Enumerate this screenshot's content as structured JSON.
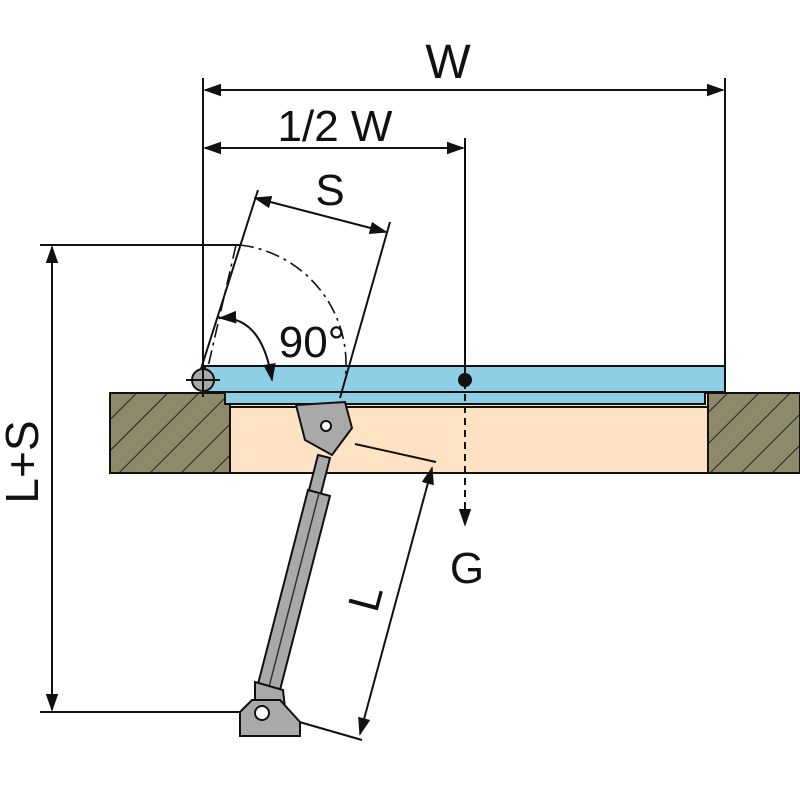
{
  "labels": {
    "width": "W",
    "half_width": "1/2 W",
    "stroke": "S",
    "angle": "90°",
    "total_length": "L+S",
    "length": "L",
    "gravity": "G"
  },
  "colors": {
    "lid": "#8fcfe6",
    "frame": "#fde3c4",
    "wall": "#8c8a6b",
    "line": "#111111",
    "strut": "#a9a9a9"
  },
  "icons": {
    "hinge": "hinge-pivot-icon",
    "mount": "strut-mount-icon",
    "cog": "center-of-gravity-icon"
  }
}
